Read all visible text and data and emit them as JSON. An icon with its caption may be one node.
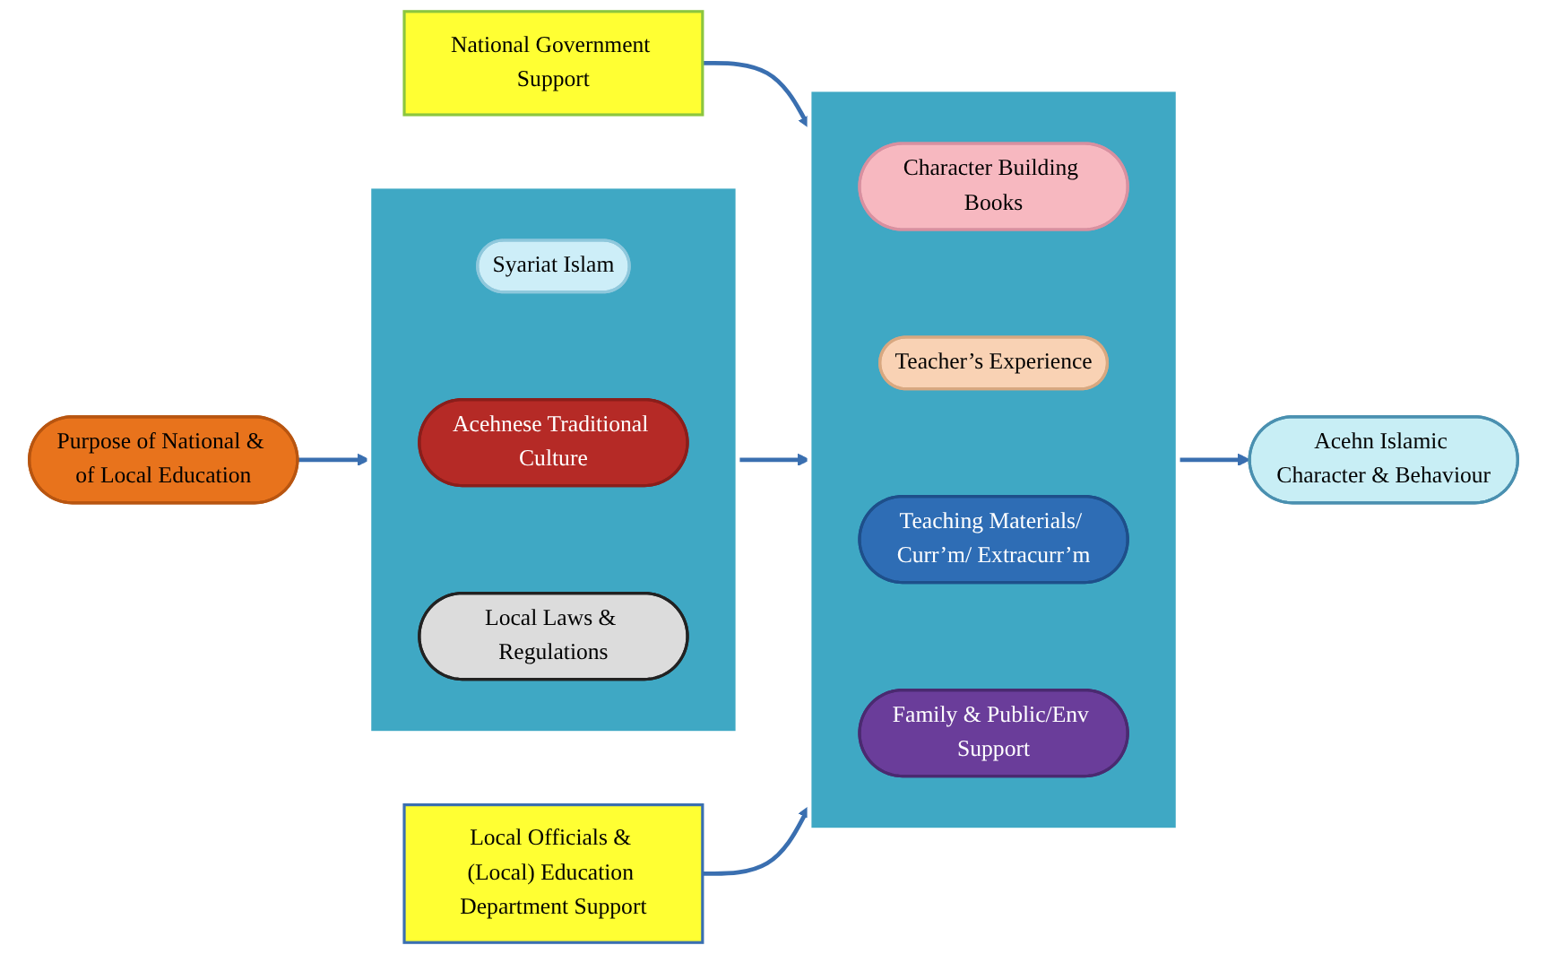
{
  "diagram": {
    "nodes": [
      {
        "text": [
          "National Government Support"
        ]
      },
      {
        "text": [],
        "shape": "box"
      },
      {
        "text": [
          "Syariat Islam"
        ],
        "in": 1
      },
      {
        "text": [
          "Acehnese Traditional Culture"
        ],
        "in": 1
      },
      {
        "text": [
          "Local Laws & Regulations"
        ],
        "in": 1
      },
      {
        "text": [],
        "shape": "box"
      },
      {
        "text": [
          "Character Building Books"
        ],
        "in": 5
      },
      {
        "text": [
          "Teacher’s Experience"
        ],
        "in": 5
      },
      {
        "text": [
          "Teaching Materials/ Curr’m/ Extracurr’m"
        ],
        "in": 5
      },
      {
        "text": [
          "Family & Public/Env Support"
        ],
        "in": 5
      },
      {
        "text": [
          "Purpose of National & of Local Education"
        ]
      },
      {
        "text": [
          "Acehn Islamic Character & Behaviour"
        ]
      },
      {
        "text": [
          "Local Officials & (Local) Education Department Support"
        ]
      }
    ],
    "edges": [
      {
        "from": 0,
        "to": 5,
        "arrow": "to"
      },
      {
        "from": 10,
        "to": 1,
        "arrow": "to"
      },
      {
        "from": 1,
        "to": 5,
        "arrow": "to"
      },
      {
        "from": 5,
        "to": 11,
        "arrow": "to"
      },
      {
        "from": 12,
        "to": 5,
        "arrow": "to"
      }
    ]
  }
}
